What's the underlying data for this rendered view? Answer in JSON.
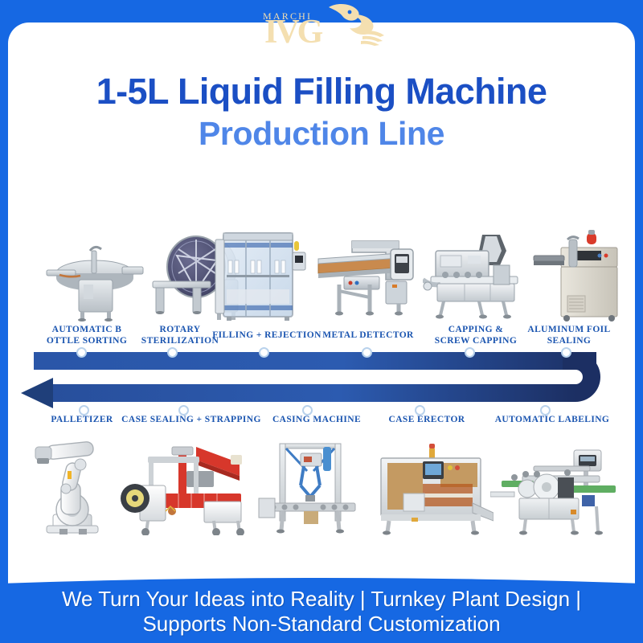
{
  "brand": {
    "name": "MARCHI",
    "mark": "IVG",
    "logo_icon": "dragon-logo-icon",
    "logo_color": "#f4dfb0"
  },
  "title": {
    "main": "1-5L Liquid Filling Machine",
    "sub": "Production Line",
    "main_color": "#1b4fc4",
    "sub_color": "#4f86e8"
  },
  "colors": {
    "background_blue": "#1668e3",
    "band_navy": "#1f3f7a",
    "band_blue": "#2a56a8",
    "label_blue": "#1b55b0",
    "sheet_white": "#ffffff"
  },
  "flow": {
    "direction_icon": "left-arrow-icon",
    "top_row_direction": "left-to-right",
    "bottom_row_direction": "right-to-left"
  },
  "stations_top": [
    {
      "label": "AUTOMATIC B\nOTTLE SORTING",
      "line1": "AUTOMATIC B",
      "line2": "OTTLE SORTING",
      "machine": "bottle-sorting-machine"
    },
    {
      "label": "ROTARY\nSTERILIZATION",
      "line1": "ROTARY",
      "line2": "STERILIZATION",
      "machine": "rotary-sterilization-machine"
    },
    {
      "label": "FILLING + REJECTION",
      "line1": "FILLING + REJECTION",
      "line2": "",
      "machine": "filling-rejection-machine"
    },
    {
      "label": "METAL DETECTOR",
      "line1": "METAL DETECTOR",
      "line2": "",
      "machine": "metal-detector-machine"
    },
    {
      "label": "CAPPING &\nSCREW CAPPING",
      "line1": "CAPPING &",
      "line2": "SCREW CAPPING",
      "machine": "capping-machine"
    },
    {
      "label": "ALUMINUM FOIL\nSEALING",
      "line1": "ALUMINUM FOIL",
      "line2": "SEALING",
      "machine": "foil-sealing-machine"
    }
  ],
  "stations_bottom": [
    {
      "label": "PALLETIZER",
      "line1": "PALLETIZER",
      "machine": "palletizer-robot"
    },
    {
      "label": "CASE SEALING + STRAPPING",
      "line1": "CASE SEALING + STRAPPING",
      "machine": "case-sealing-strapping-machine"
    },
    {
      "label": "CASING MACHINE",
      "line1": "CASING MACHINE",
      "machine": "casing-machine"
    },
    {
      "label": "CASE ERECTOR",
      "line1": "CASE ERECTOR",
      "machine": "case-erector-machine"
    },
    {
      "label": "AUTOMATIC LABELING",
      "line1": "AUTOMATIC LABELING",
      "machine": "automatic-labeling-machine"
    }
  ],
  "footer": {
    "line1": "We Turn Your Ideas into Reality | Turnkey Plant Design |",
    "line2": "Supports Non-Standard Customization"
  }
}
